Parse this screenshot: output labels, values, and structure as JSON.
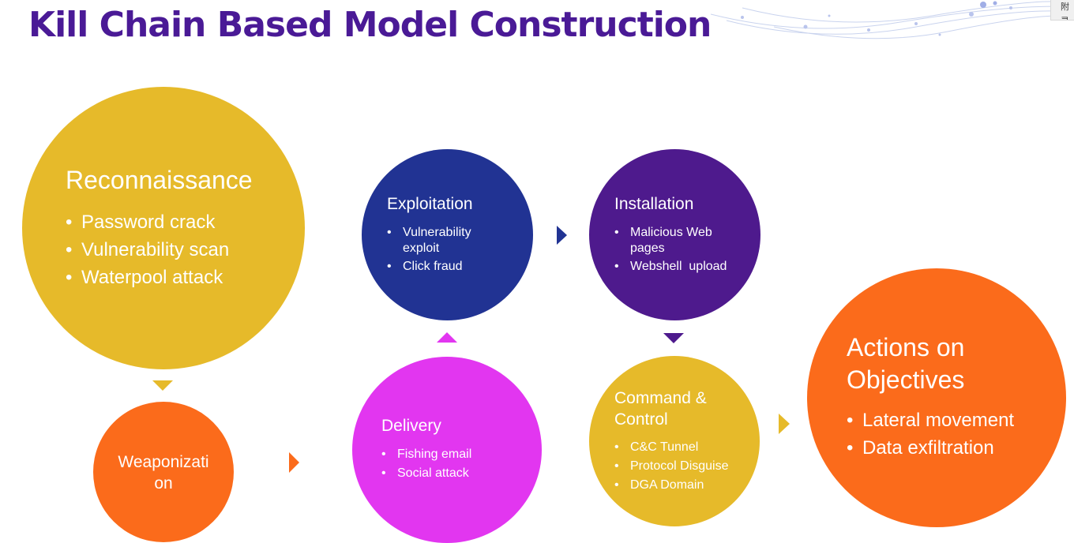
{
  "title": "Kill Chain Based Model Construction",
  "corner_text": "附录",
  "colors": {
    "title": "#4a1a96",
    "gold": "#e6ba2a",
    "orange": "#fb6b1b",
    "magenta": "#e236f0",
    "navy": "#213393",
    "purple": "#4e1a8d"
  },
  "stages": {
    "reconnaissance": {
      "title": "Reconnaissance",
      "items": [
        "Password crack",
        "Vulnerability scan",
        "Waterpool attack"
      ]
    },
    "weaponization": {
      "title_line1": "Weaponizati",
      "title_line2": "on"
    },
    "delivery": {
      "title": "Delivery",
      "items": [
        "Fishing email",
        "Social attack"
      ]
    },
    "exploitation": {
      "title": "Exploitation",
      "items": [
        {
          "line1": "Vulnerability",
          "line2": "exploit"
        },
        {
          "line1": "Click fraud"
        }
      ]
    },
    "installation": {
      "title": "Installation",
      "items": [
        {
          "line1": "Malicious Web",
          "line2": "pages"
        },
        {
          "line1": "Webshell  upload"
        }
      ]
    },
    "command_control": {
      "title_line1": "Command &",
      "title_line2": "Control",
      "items": [
        "C&C Tunnel",
        "Protocol Disguise",
        "DGA Domain"
      ]
    },
    "actions": {
      "title_line1": "Actions on",
      "title_line2": "Objectives",
      "items": [
        "Lateral movement",
        "Data exfiltration"
      ]
    }
  }
}
